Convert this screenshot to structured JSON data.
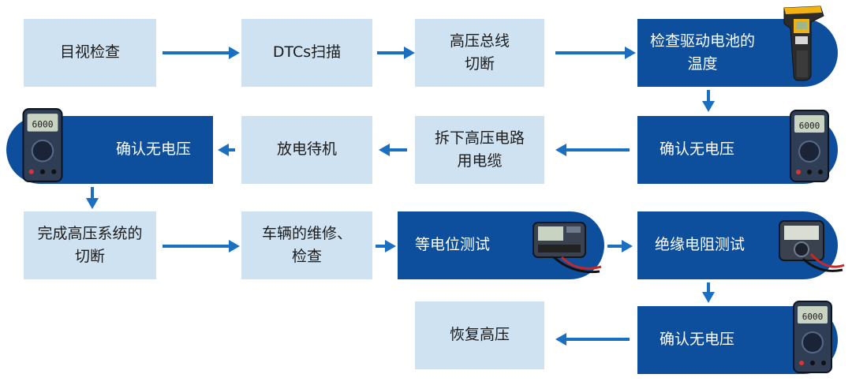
{
  "steps": {
    "s1": "目视检查",
    "s2": "DTCs扫描",
    "s3_l1": "高压总线",
    "s3_l2": "切断",
    "s4_l1": "检查驱动电池的",
    "s4_l2": "温度",
    "s5": "确认无电压",
    "s6_l1": "拆下高压电路",
    "s6_l2": "用电缆",
    "s7": "放电待机",
    "s8": "确认无电压",
    "s9_l1": "完成高压系统的",
    "s9_l2": "切断",
    "s10_l1": "车辆的维修、",
    "s10_l2": "检查",
    "s11": "等电位测试",
    "s12": "绝缘电阻测试",
    "s13": "确认无电压",
    "s14": "恢复高压"
  },
  "devices": {
    "thermometer_icon": "infrared-thermometer",
    "multimeter_icon": "digital-multimeter",
    "multimeter_reading": "6000",
    "tester_icon": "bench-tester"
  },
  "colors": {
    "light_box": "#cfe2f1",
    "dark_box": "#0d4f9c",
    "arrow": "#1a6fc0"
  }
}
